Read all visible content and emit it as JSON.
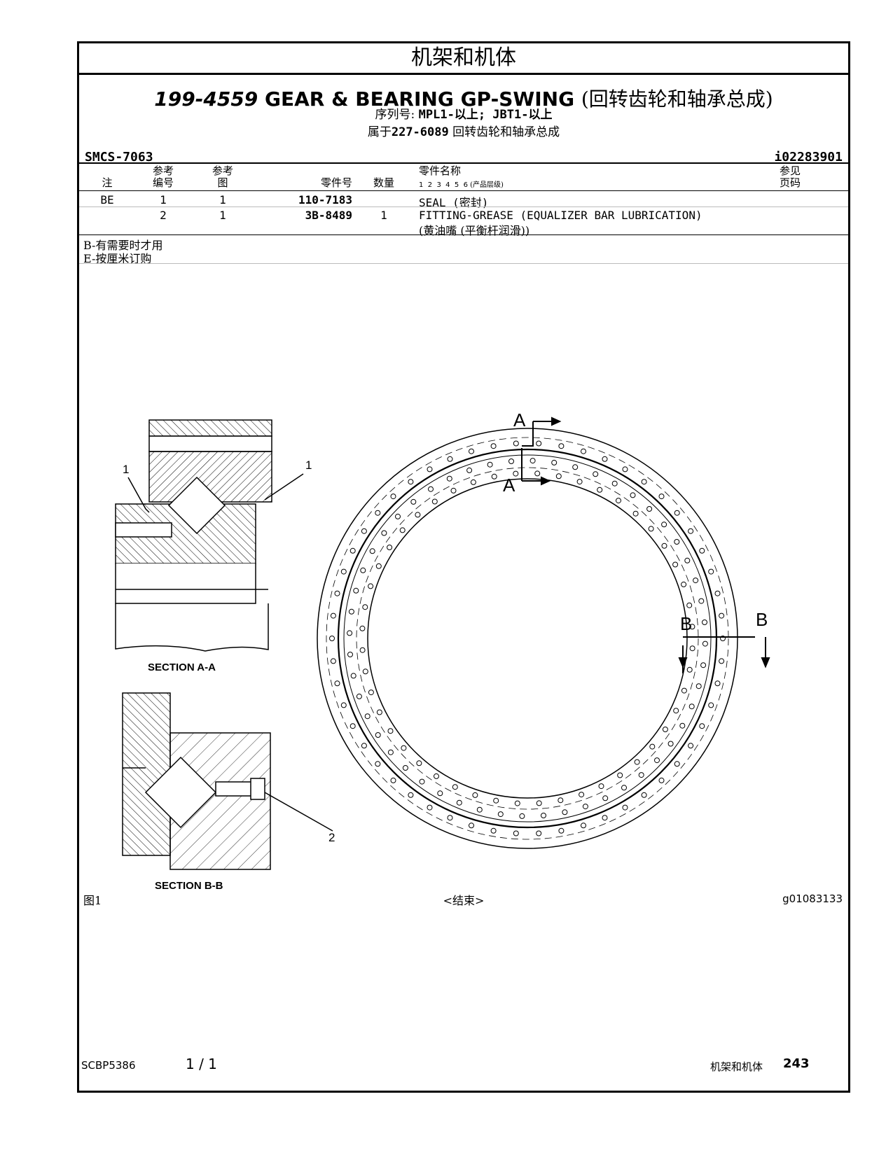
{
  "section_title": "机架和机体",
  "header": {
    "part_number": "199-4559",
    "description": "GEAR & BEARING GP-SWING",
    "description_cn": "(回转齿轮和轴承总成)",
    "serial_label": "序列号:",
    "serial_value": "MPL1-以上; JBT1-以上",
    "belongs_prefix": "属于",
    "belongs_part": "227-6089",
    "belongs_name": "回转齿轮和轴承总成"
  },
  "smcs": "SMCS-7063",
  "doc_id": "i02283901",
  "table": {
    "headers": {
      "note": "注",
      "ref_no_1": "参考",
      "ref_no_2": "编号",
      "ref_fig_1": "参考",
      "ref_fig_2": "图",
      "part_no": "零件号",
      "qty": "数量",
      "name": "零件名称",
      "levels": "1  2  3  4  5  6",
      "levels_note": "(产品层级)",
      "see_1": "参见",
      "see_2": "页码"
    },
    "rows": [
      {
        "note": "BE",
        "ref_no": "1",
        "ref_fig": "1",
        "part_no": "110-7183",
        "qty": "",
        "name": "SEAL (密封)",
        "name2": ""
      },
      {
        "note": "",
        "ref_no": "2",
        "ref_fig": "1",
        "part_no": "3B-8489",
        "qty": "1",
        "name": "FITTING-GREASE (EQUALIZER BAR LUBRICATION)",
        "name2": "(黄油嘴 (平衡杆润滑))"
      }
    ]
  },
  "notes": [
    "B-有需要时才用",
    "E-按厘米订购"
  ],
  "drawing": {
    "section_aa": "SECTION A-A",
    "section_bb": "SECTION B-B",
    "callout_1": "1",
    "callout_2": "2",
    "label_a": "A",
    "label_b": "B"
  },
  "figure_label": "图1",
  "end_label": "<结束>",
  "figure_id": "g01083133",
  "footer": {
    "doc": "SCBP5386",
    "page": "1 / 1",
    "section": "机架和机体",
    "page_no": "243"
  }
}
